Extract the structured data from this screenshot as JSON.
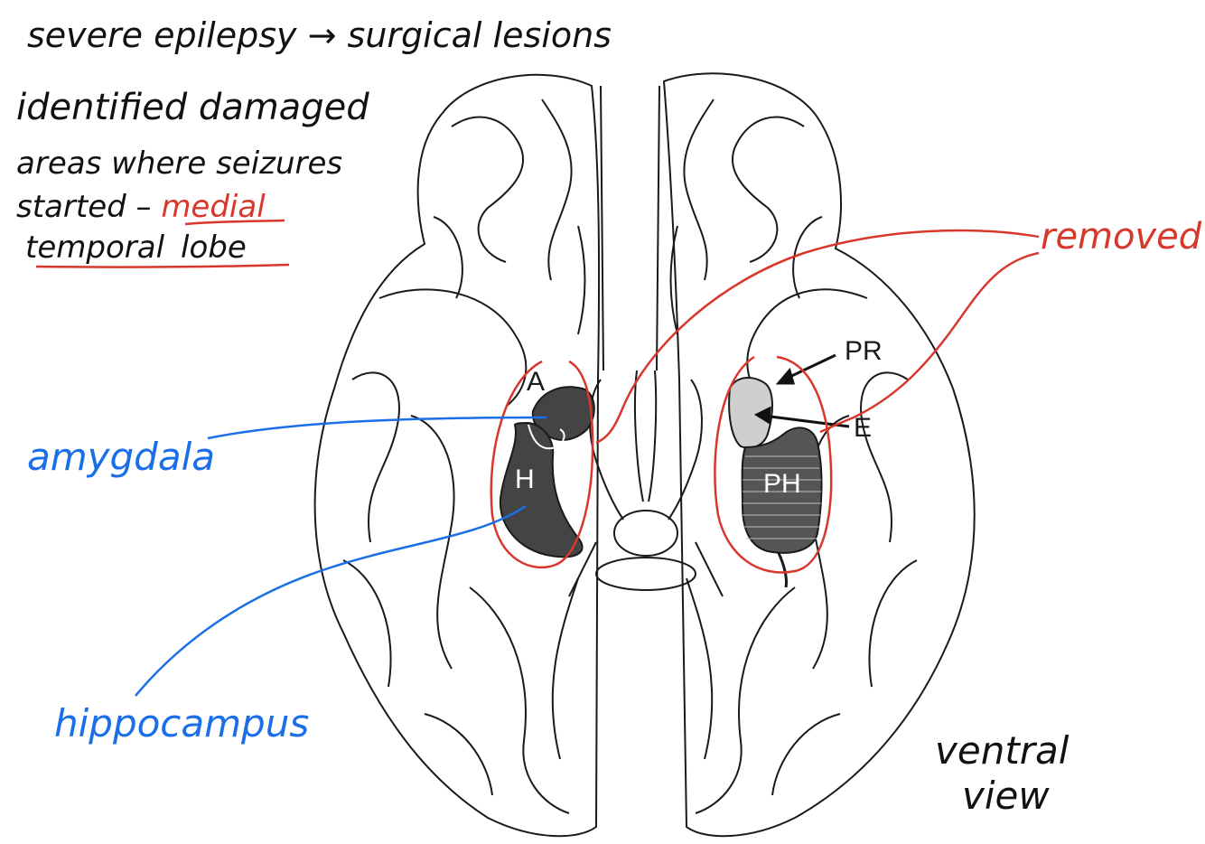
{
  "notes": {
    "line1": "severe epilepsy → surgical lesions",
    "line2": "identified damaged",
    "line3": "areas where seizures",
    "line4_a": "started – ",
    "line4_b": "medial",
    "line5_a": "temporal",
    "line5_b": "lobe"
  },
  "annotations": {
    "amygdala": "amygdala",
    "hippocampus": "hippocampus",
    "removed": "removed",
    "view_line1": "ventral",
    "view_line2": "view"
  },
  "labels": {
    "A": "A",
    "H": "H",
    "PR": "PR",
    "E": "E",
    "PH": "PH"
  },
  "colors": {
    "outline": "#1a1a1a",
    "blue": "#1a6fe8",
    "red": "#d8372c",
    "dark_fill": "#444444",
    "light_fill": "#cfcfcf"
  }
}
